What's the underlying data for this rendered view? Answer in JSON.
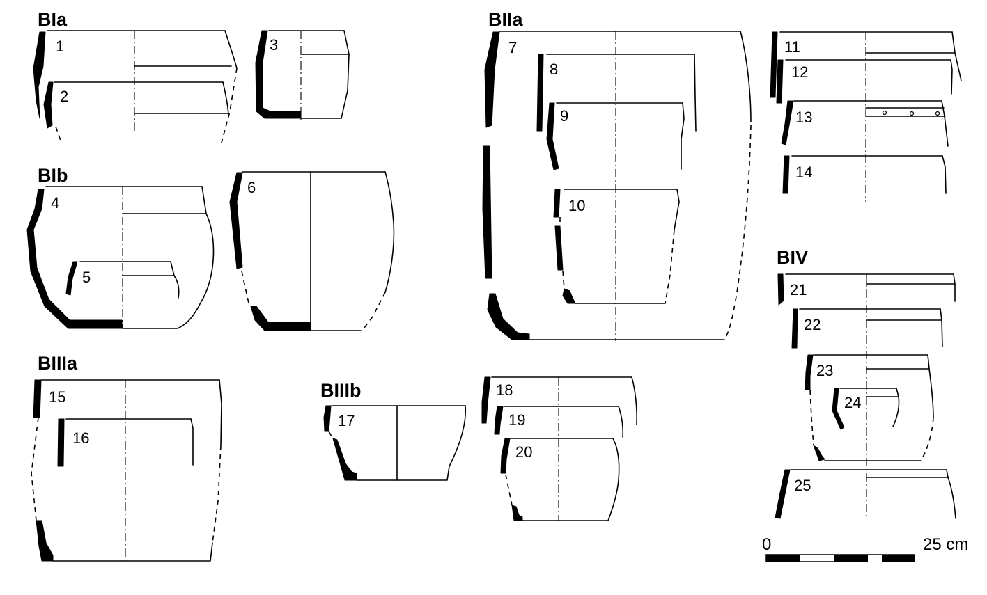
{
  "groups": {
    "bia": "BIa",
    "bib": "BIb",
    "biia": "BIIa",
    "biiia": "BIIIa",
    "biiib": "BIIIb",
    "biv": "BIV"
  },
  "vessels": {
    "v1": "1",
    "v2": "2",
    "v3": "3",
    "v4": "4",
    "v5": "5",
    "v6": "6",
    "v7": "7",
    "v8": "8",
    "v9": "9",
    "v10": "10",
    "v11": "11",
    "v12": "12",
    "v13": "13",
    "v14": "14",
    "v15": "15",
    "v16": "16",
    "v17": "17",
    "v18": "18",
    "v19": "19",
    "v20": "20",
    "v21": "21",
    "v22": "22",
    "v23": "23",
    "v24": "24",
    "v25": "25"
  },
  "scale": {
    "start": "0",
    "end": "25 cm",
    "segments": 5
  }
}
